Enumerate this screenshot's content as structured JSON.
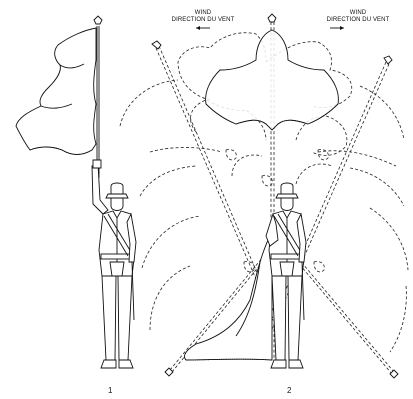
{
  "figure": {
    "wind_label_left": "WIND\nDIRECTION DU VENT",
    "wind_label_right": "WIND\nDIRECTION DU VENT",
    "wind_arrow_left": "arrow-left",
    "wind_arrow_right": "arrow-right",
    "panel_1_number": "1",
    "panel_2_number": "2"
  },
  "colors": {
    "ink": "#111111",
    "background": "#ffffff"
  }
}
